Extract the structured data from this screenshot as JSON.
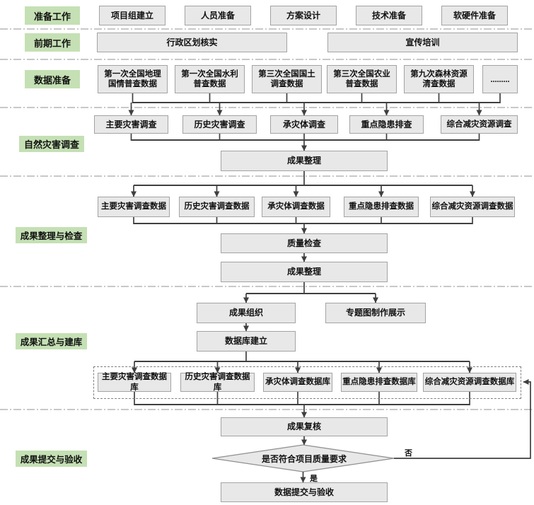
{
  "palette": {
    "stage_label_bg": "#c5e0b4",
    "box_bg": "#e8e8e8",
    "box_border": "#a3a3a3",
    "wire_color": "#3f3f3f",
    "separator_color": "#a6a6a6"
  },
  "stages": {
    "prep": {
      "label": "准备工作",
      "boxes": [
        "项目组建立",
        "人员准备",
        "方案设计",
        "技术准备",
        "软硬件准备"
      ]
    },
    "early": {
      "label": "前期工作",
      "boxes": [
        "行政区划核实",
        "宣传培训"
      ]
    },
    "data": {
      "label": "数据准备",
      "boxes": [
        "第一次全国地理\n国情普查数据",
        "第一次全国水利\n普查数据",
        "第三次全国国土\n调查数据",
        "第三次全国农业\n普查数据",
        "第九次森林资源\n清查数据",
        "........."
      ]
    },
    "survey": {
      "label": "自然灾害调查",
      "boxes": [
        "主要灾害调查",
        "历史灾害调查",
        "承灾体调查",
        "重点隐患排查",
        "综合减灾资源调查"
      ],
      "merge": "成果整理"
    },
    "check": {
      "label": "成果整理与检查",
      "boxes": [
        "主要灾害调查数据",
        "历史灾害调查数据",
        "承灾体调查数据",
        "重点隐患排查数据",
        "综合减灾资源调查数据"
      ],
      "steps": [
        "质量检查",
        "成果整理"
      ]
    },
    "build": {
      "label": "成果汇总与建库",
      "organize": "成果组织",
      "thematic": "专题图制作展示",
      "database_build": "数据库建立",
      "databases": [
        "主要灾害调查数据库",
        "历史灾害调查数据库",
        "承灾体调查数据库",
        "重点隐患排查数据库",
        "综合减灾资源调查数据库"
      ]
    },
    "accept": {
      "label": "成果提交与验收",
      "recheck": "成果复核",
      "decision": "是否符合项目质量要求",
      "yes_label": "是",
      "no_label": "否",
      "final": "数据提交与验收"
    }
  }
}
